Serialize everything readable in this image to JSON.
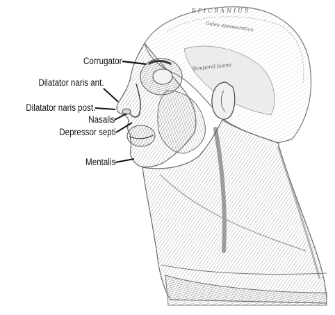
{
  "labels": {
    "corrugator": "Corrugator",
    "dilatator_naris_ant": "Dilatator naris ant.",
    "dilatator_naris_post": "Dilatator naris post.",
    "nasalis": "Nasalis",
    "depressor_septi": "Depressor septi",
    "mentalis": "Mentalis"
  },
  "scalp_text": {
    "epicranius": "EPICRANIUS",
    "galea": "Galea aponeurotica",
    "temporal_fascia": "Temporal fascia"
  },
  "colors": {
    "ink": "#111111",
    "engraving": "#6b6b6b",
    "paper": "#ffffff"
  }
}
